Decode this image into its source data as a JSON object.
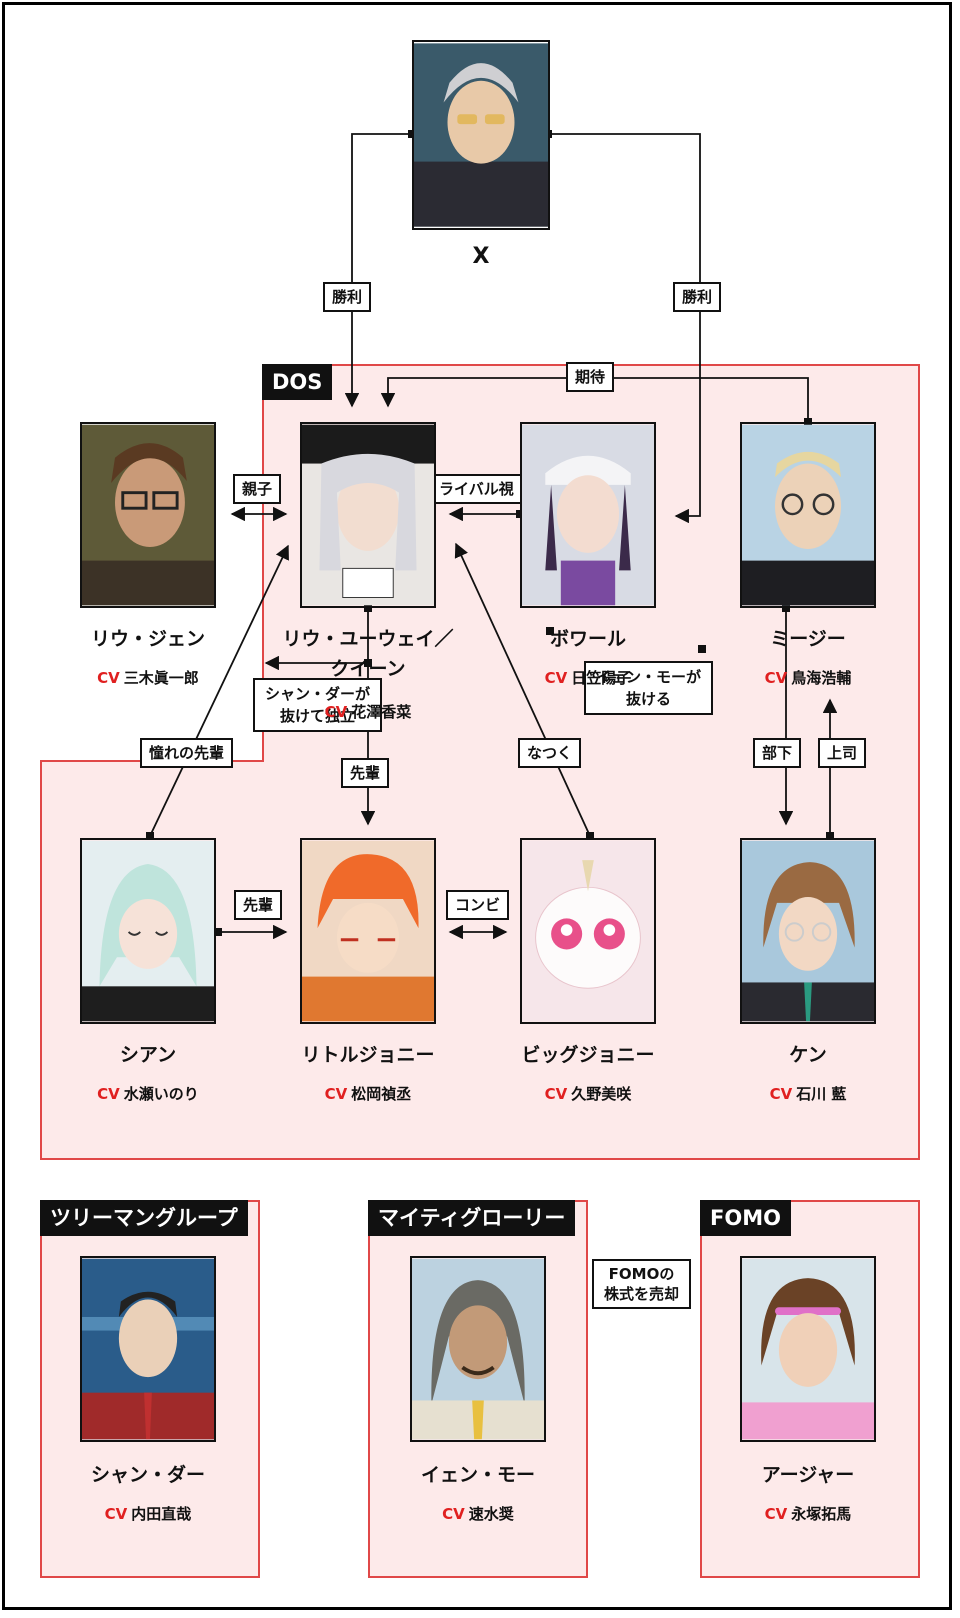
{
  "cv_prefix": "CV",
  "top": {
    "name": "X"
  },
  "groups": {
    "dos": "DOS",
    "three_man": "ツリーマングループ",
    "mighty": "マイティグローリー",
    "fomo": "FOMO"
  },
  "characters": {
    "liu_zhen": {
      "name": "リウ・ジェン",
      "cv": "三木眞一郎"
    },
    "queen": {
      "name_line1": "リウ・ユーウェイ／",
      "name_line2": "クイーン",
      "cv": "花澤香菜"
    },
    "boire": {
      "name": "ボワール",
      "cv": "日笠陽子"
    },
    "miji": {
      "name": "ミージー",
      "cv": "鳥海浩輔"
    },
    "shian": {
      "name": "シアン",
      "cv": "水瀬いのり"
    },
    "little_johnny": {
      "name": "リトルジョニー",
      "cv": "松岡禎丞"
    },
    "big_johnny": {
      "name": "ビッグジョニー",
      "cv": "久野美咲"
    },
    "ken": {
      "name": "ケン",
      "cv": "石川 藍"
    },
    "shan_da": {
      "name": "シャン・ダー",
      "cv": "内田直哉"
    },
    "yen_mo": {
      "name": "イェン・モー",
      "cv": "速水奨"
    },
    "archer": {
      "name": "アージャー",
      "cv": "永塚拓馬"
    }
  },
  "relations": {
    "win_left": "勝利",
    "win_right": "勝利",
    "expect": "期待",
    "parent_child": "親子",
    "rival": "ライバル視",
    "admire": "憧れの先輩",
    "senpai_down": "先輩",
    "attached": "なつく",
    "subordinate": "部下",
    "boss": "上司",
    "senpai_right": "先輩",
    "combi": "コンビ",
    "fomo_sell_1": "FOMOの",
    "fomo_sell_2": "株式を売却",
    "shan_leave_1": "シャン・ダーが",
    "shan_leave_2": "抜けて独立",
    "yen_leave_1": "イェン・モーが",
    "yen_leave_2": "抜ける"
  },
  "colors": {
    "group_fill": "#fdeaea",
    "group_border": "#e04848",
    "cv_red": "#e02020"
  }
}
